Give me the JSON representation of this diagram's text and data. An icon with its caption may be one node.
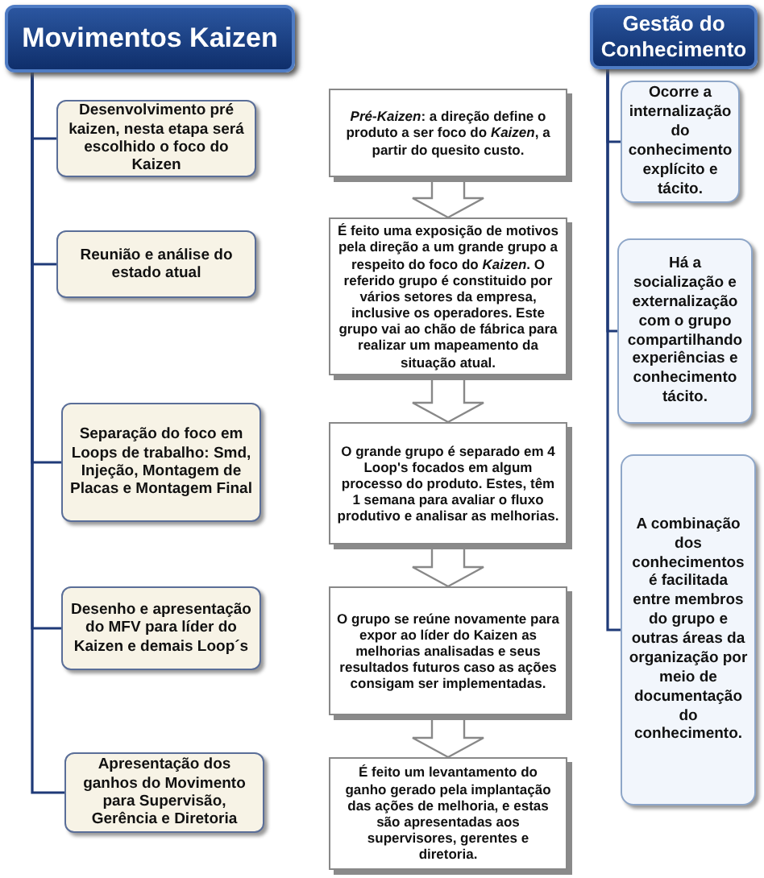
{
  "diagram": {
    "nodes": [
      {
        "text": [
          "Movimentos Kaizen"
        ]
      },
      {
        "text": [
          "Desenvolvimento pré kaizen, nesta etapa será escolhido o foco do Kaizen"
        ]
      },
      {
        "text": [
          "Reunião e análise do estado atual"
        ]
      },
      {
        "text": [
          "Separação do foco em Loops de trabalho: Smd, Injeção, Montagem de Placas e Montagem Final"
        ]
      },
      {
        "text": [
          "Desenho e apresentação do MFV para líder do Kaizen e demais Loop´s"
        ]
      },
      {
        "text": [
          "Apresentação dos ganhos do Movimento para Supervisão, Gerência e Diretoria"
        ]
      },
      {
        "text": [
          "*Pré-Kaizen*: a direção define o produto a ser foco do *Kaizen*, a partir do quesito custo."
        ]
      },
      {
        "text": [
          "É feito uma exposição de motivos pela direção a um grande grupo a respeito do foco do *Kaizen*. O referido grupo é constituido por vários setores da empresa, inclusive os operadores. Este grupo vai ao chão de fábrica para realizar um mapeamento da situação atual."
        ]
      },
      {
        "text": [
          "O grande grupo é separado em 4 Loop's focados em algum processo do produto. Estes, têm 1 semana para avaliar o fluxo produtivo e analisar as melhorias."
        ]
      },
      {
        "text": [
          "O grupo se reúne novamente para expor ao líder do Kaizen as melhorias analisadas e seus resultados futuros caso as ações consigam ser implementadas."
        ]
      },
      {
        "text": [
          "É feito um levantamento do ganho gerado pela implantação das ações de melhoria, e estas são apresentadas aos supervisores, gerentes e diretoria."
        ]
      },
      {
        "text": [
          "Gestão do Conhecimento"
        ]
      },
      {
        "text": [
          "Ocorre a internalização do conhecimento explícito e tácito."
        ]
      },
      {
        "text": [
          "Há a socialização e externalização com o grupo compartilhando experiências e conhecimento tácito."
        ]
      },
      {
        "text": [
          "A combinação dos conhecimentos é facilitada entre membros do grupo e outras áreas da organização por meio de documentação do conhecimento."
        ]
      }
    ],
    "edges": [
      {
        "from": 0,
        "to": 1,
        "arrow": "none"
      },
      {
        "from": 0,
        "to": 2,
        "arrow": "none"
      },
      {
        "from": 0,
        "to": 3,
        "arrow": "none"
      },
      {
        "from": 0,
        "to": 4,
        "arrow": "none"
      },
      {
        "from": 0,
        "to": 5,
        "arrow": "none"
      },
      {
        "from": 6,
        "to": 7,
        "arrow": "to"
      },
      {
        "from": 7,
        "to": 8,
        "arrow": "to"
      },
      {
        "from": 8,
        "to": 9,
        "arrow": "to"
      },
      {
        "from": 9,
        "to": 10,
        "arrow": "to"
      },
      {
        "from": 11,
        "to": 12,
        "arrow": "none"
      },
      {
        "from": 11,
        "to": 13,
        "arrow": "none"
      },
      {
        "from": 11,
        "to": 14,
        "arrow": "none"
      }
    ]
  }
}
